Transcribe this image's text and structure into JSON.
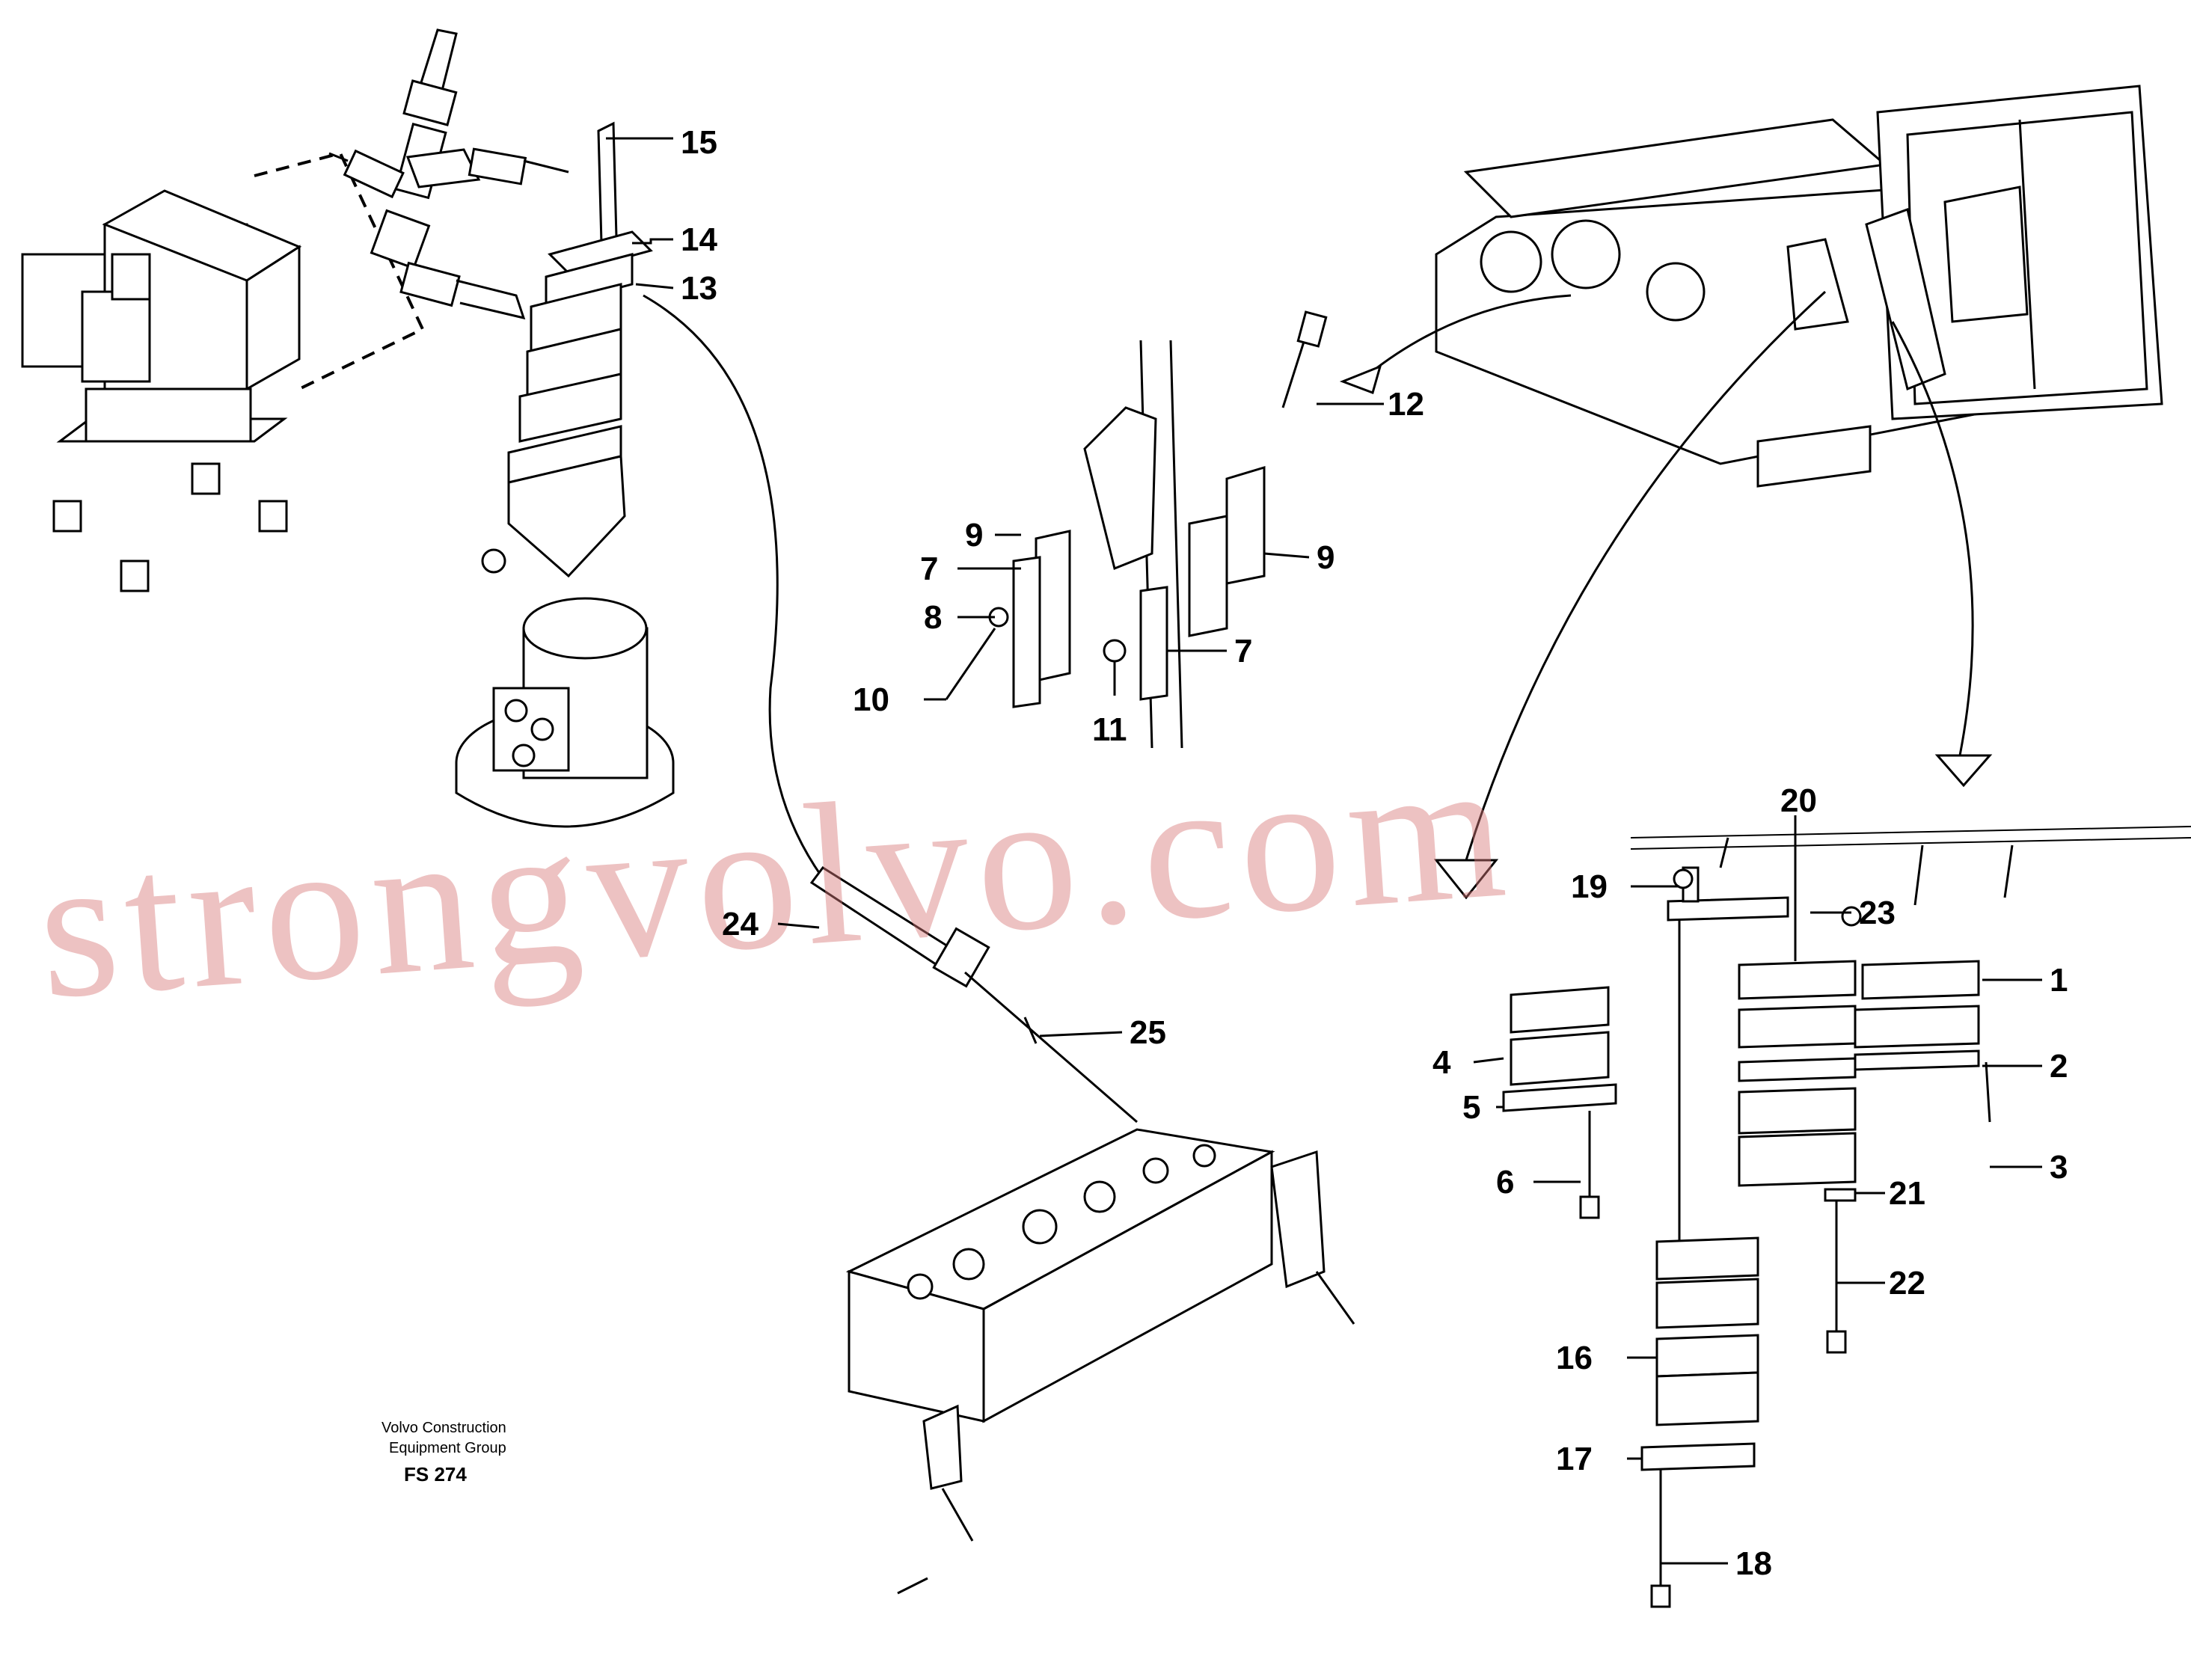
{
  "part_labels": {
    "p1": "1",
    "p2": "2",
    "p3": "3",
    "p4": "4",
    "p5": "5",
    "p6": "6",
    "p7a": "7",
    "p7b": "7",
    "p8": "8",
    "p9a": "9",
    "p9b": "9",
    "p10": "10",
    "p11": "11",
    "p12": "12",
    "p13": "13",
    "p14": "14",
    "p15": "15",
    "p16": "16",
    "p17": "17",
    "p18": "18",
    "p19": "19",
    "p20": "20",
    "p21": "21",
    "p22": "22",
    "p23": "23",
    "p24": "24",
    "p25": "25"
  },
  "footer": {
    "line1": "Volvo Construction",
    "line2": "Equipment Group",
    "code": "FS 274"
  },
  "watermark": "strongvolvo.com",
  "colors": {
    "watermark": "#d67878",
    "line": "#000000"
  }
}
